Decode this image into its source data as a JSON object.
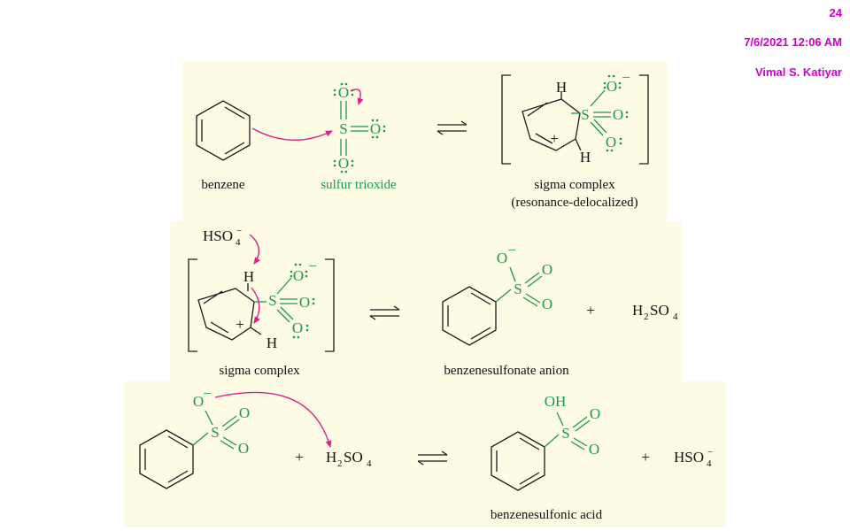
{
  "header": {
    "slide_number": "24",
    "datetime": "7/6/2021 12:06 AM",
    "author": "Vimal S. Katiyar"
  },
  "labels": {
    "benzene": "benzene",
    "sulfur_trioxide": "sulfur trioxide",
    "sigma_complex": "sigma complex",
    "resonance": "(resonance-delocalized)",
    "sigma_complex_2": "sigma complex",
    "benzenesulfonate_anion": "benzenesulfonate anion",
    "benzenesulfonic_acid": "benzenesulfonic acid"
  },
  "atoms": {
    "O": "O",
    "S": "S",
    "H": "H",
    "OH": "OH",
    "plus": "+",
    "minus": "−"
  },
  "reagents": {
    "hso4": "HSO",
    "hso4_sub": "4",
    "hso4_sup": "−",
    "h2so4_H": "H",
    "h2so4_2": "2",
    "h2so4_SO": "SO",
    "h2so4_4": "4",
    "plus": "+"
  },
  "colors": {
    "panel": "#fdfbe4",
    "header": "#cc00cc",
    "green": "#1a9850",
    "arrow": "#d6248a"
  }
}
